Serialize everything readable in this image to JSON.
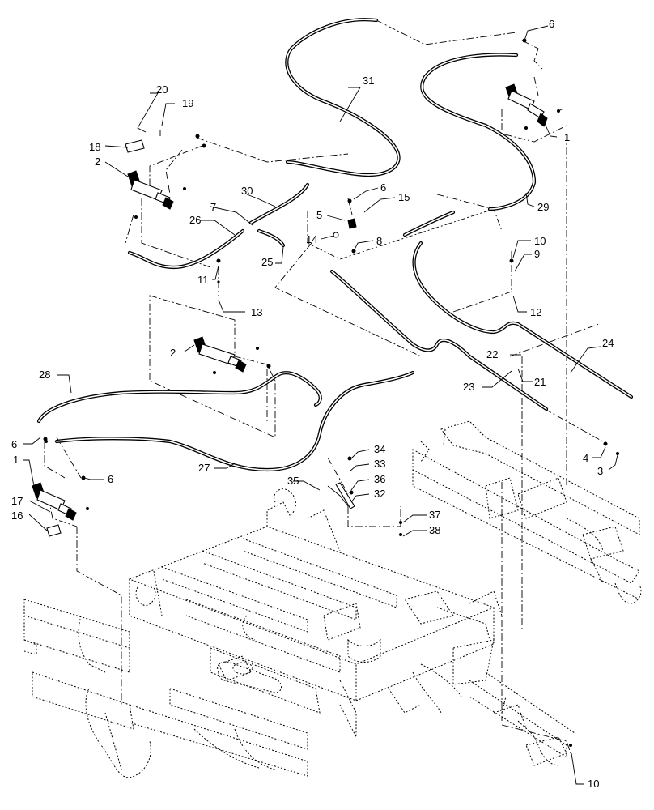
{
  "callouts": [
    {
      "id": "c-1a",
      "text": "1"
    },
    {
      "id": "c-1b",
      "text": "1"
    },
    {
      "id": "c-2a",
      "text": "2"
    },
    {
      "id": "c-2b",
      "text": "2"
    },
    {
      "id": "c-3",
      "text": "3"
    },
    {
      "id": "c-4",
      "text": "4"
    },
    {
      "id": "c-5",
      "text": "5"
    },
    {
      "id": "c-6a",
      "text": "6"
    },
    {
      "id": "c-6b",
      "text": "6"
    },
    {
      "id": "c-6c",
      "text": "6"
    },
    {
      "id": "c-6d",
      "text": "6"
    },
    {
      "id": "c-7",
      "text": "7"
    },
    {
      "id": "c-8",
      "text": "8"
    },
    {
      "id": "c-9",
      "text": "9"
    },
    {
      "id": "c-10a",
      "text": "10"
    },
    {
      "id": "c-10b",
      "text": "10"
    },
    {
      "id": "c-11",
      "text": "11"
    },
    {
      "id": "c-12",
      "text": "12"
    },
    {
      "id": "c-13",
      "text": "13"
    },
    {
      "id": "c-14",
      "text": "14"
    },
    {
      "id": "c-15",
      "text": "15"
    },
    {
      "id": "c-16",
      "text": "16"
    },
    {
      "id": "c-17",
      "text": "17"
    },
    {
      "id": "c-18",
      "text": "18"
    },
    {
      "id": "c-19",
      "text": "19"
    },
    {
      "id": "c-20",
      "text": "20"
    },
    {
      "id": "c-21",
      "text": "21"
    },
    {
      "id": "c-22",
      "text": "22"
    },
    {
      "id": "c-23",
      "text": "23"
    },
    {
      "id": "c-24",
      "text": "24"
    },
    {
      "id": "c-25",
      "text": "25"
    },
    {
      "id": "c-26",
      "text": "26"
    },
    {
      "id": "c-27",
      "text": "27"
    },
    {
      "id": "c-28",
      "text": "28"
    },
    {
      "id": "c-29",
      "text": "29"
    },
    {
      "id": "c-30",
      "text": "30"
    },
    {
      "id": "c-31",
      "text": "31"
    },
    {
      "id": "c-32",
      "text": "32"
    },
    {
      "id": "c-33",
      "text": "33"
    },
    {
      "id": "c-34",
      "text": "34"
    },
    {
      "id": "c-35",
      "text": "35"
    },
    {
      "id": "c-36",
      "text": "36"
    },
    {
      "id": "c-37",
      "text": "37"
    },
    {
      "id": "c-38",
      "text": "38"
    }
  ]
}
